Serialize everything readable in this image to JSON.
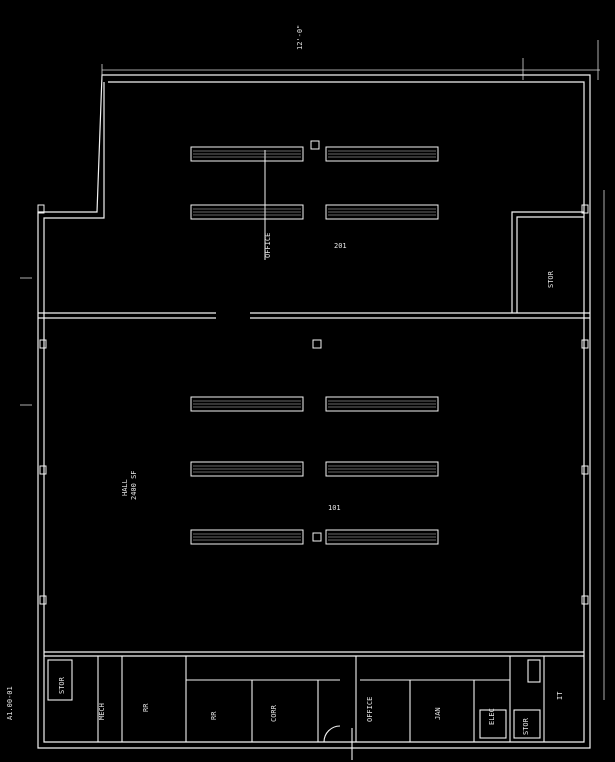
{
  "drawing": {
    "type": "architectural floor plan",
    "background_color": "#000000",
    "line_color": "#f2f2f2",
    "hatch_color": "#cfcfcf"
  },
  "labels": {
    "top_dimension": "12'-0\"",
    "left_margin_code": "A1.00-01",
    "upper_hall": "OFFICE",
    "upper_hall_tag": "201",
    "side_room": "STOR",
    "main_hall": "HALL",
    "main_hall_tag": "101",
    "main_hall_area": "2400 SF",
    "room_a": "STOR",
    "room_b": "MECH",
    "room_c": "RR",
    "room_d": "RR",
    "room_e": "CORR",
    "room_f": "OFFICE",
    "room_g": "JAN",
    "room_h": "ELEC",
    "room_i": "STOR",
    "room_j": "IT"
  }
}
